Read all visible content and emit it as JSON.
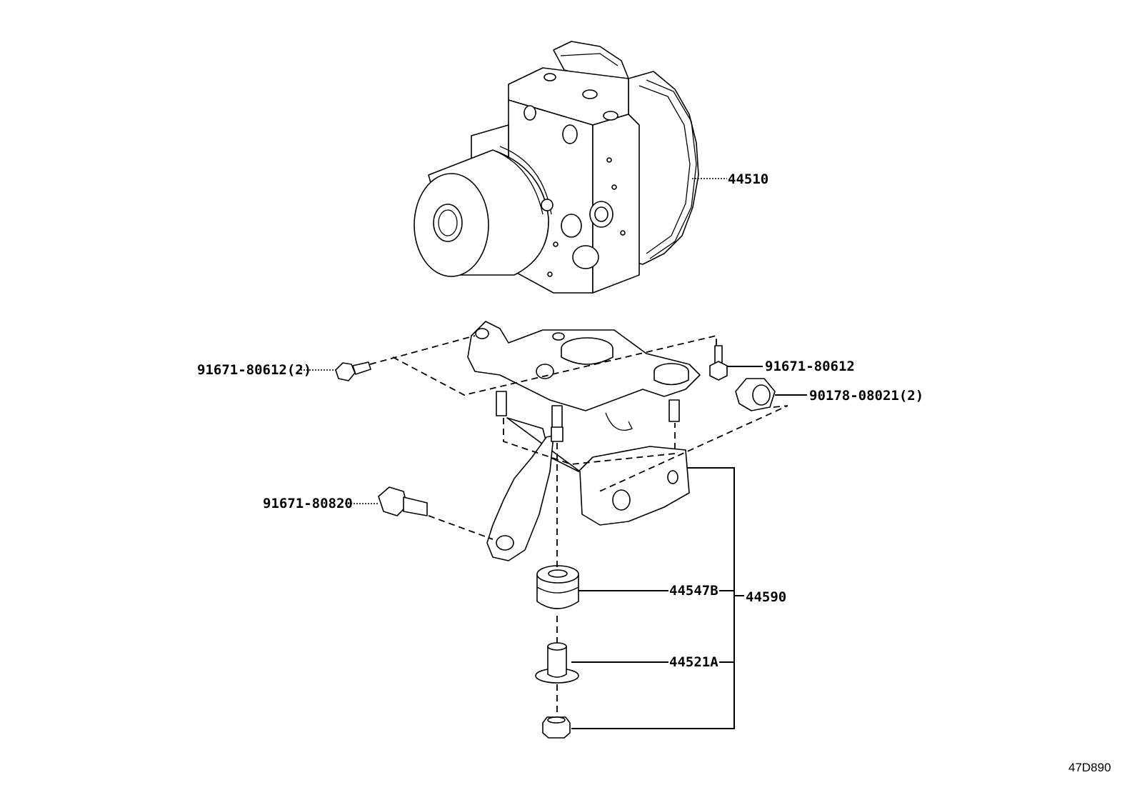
{
  "labels": {
    "abs_actuator": "44510",
    "bolt_bracket_left": "91671-80612(2)",
    "bolt_bracket_right": "91671-80612",
    "nut_bracket": "90178-08021(2)",
    "bolt_lower": "91671-80820",
    "cushion": "44547B",
    "collar": "44521A",
    "bracket_assembly": "44590"
  },
  "illustration_code": "47D890"
}
